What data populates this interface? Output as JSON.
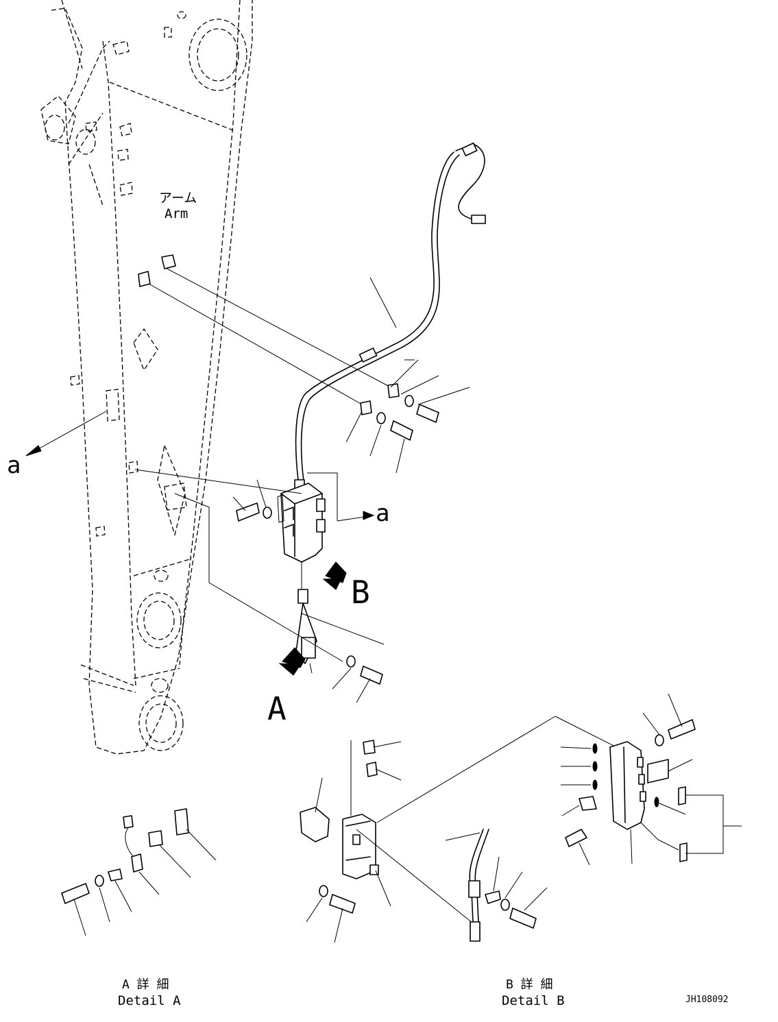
{
  "labels": {
    "arm_jp": "アーム",
    "arm_en": "Arm",
    "view_a_left": "a",
    "view_a_right": "a",
    "detail_a_marker": "A",
    "detail_b_marker": "B",
    "detail_a_jp": "A 詳 細",
    "detail_a_en": "Detail A",
    "detail_b_jp": "B 詳 細",
    "detail_b_en": "Detail B",
    "drawing_number": "JH108092"
  }
}
